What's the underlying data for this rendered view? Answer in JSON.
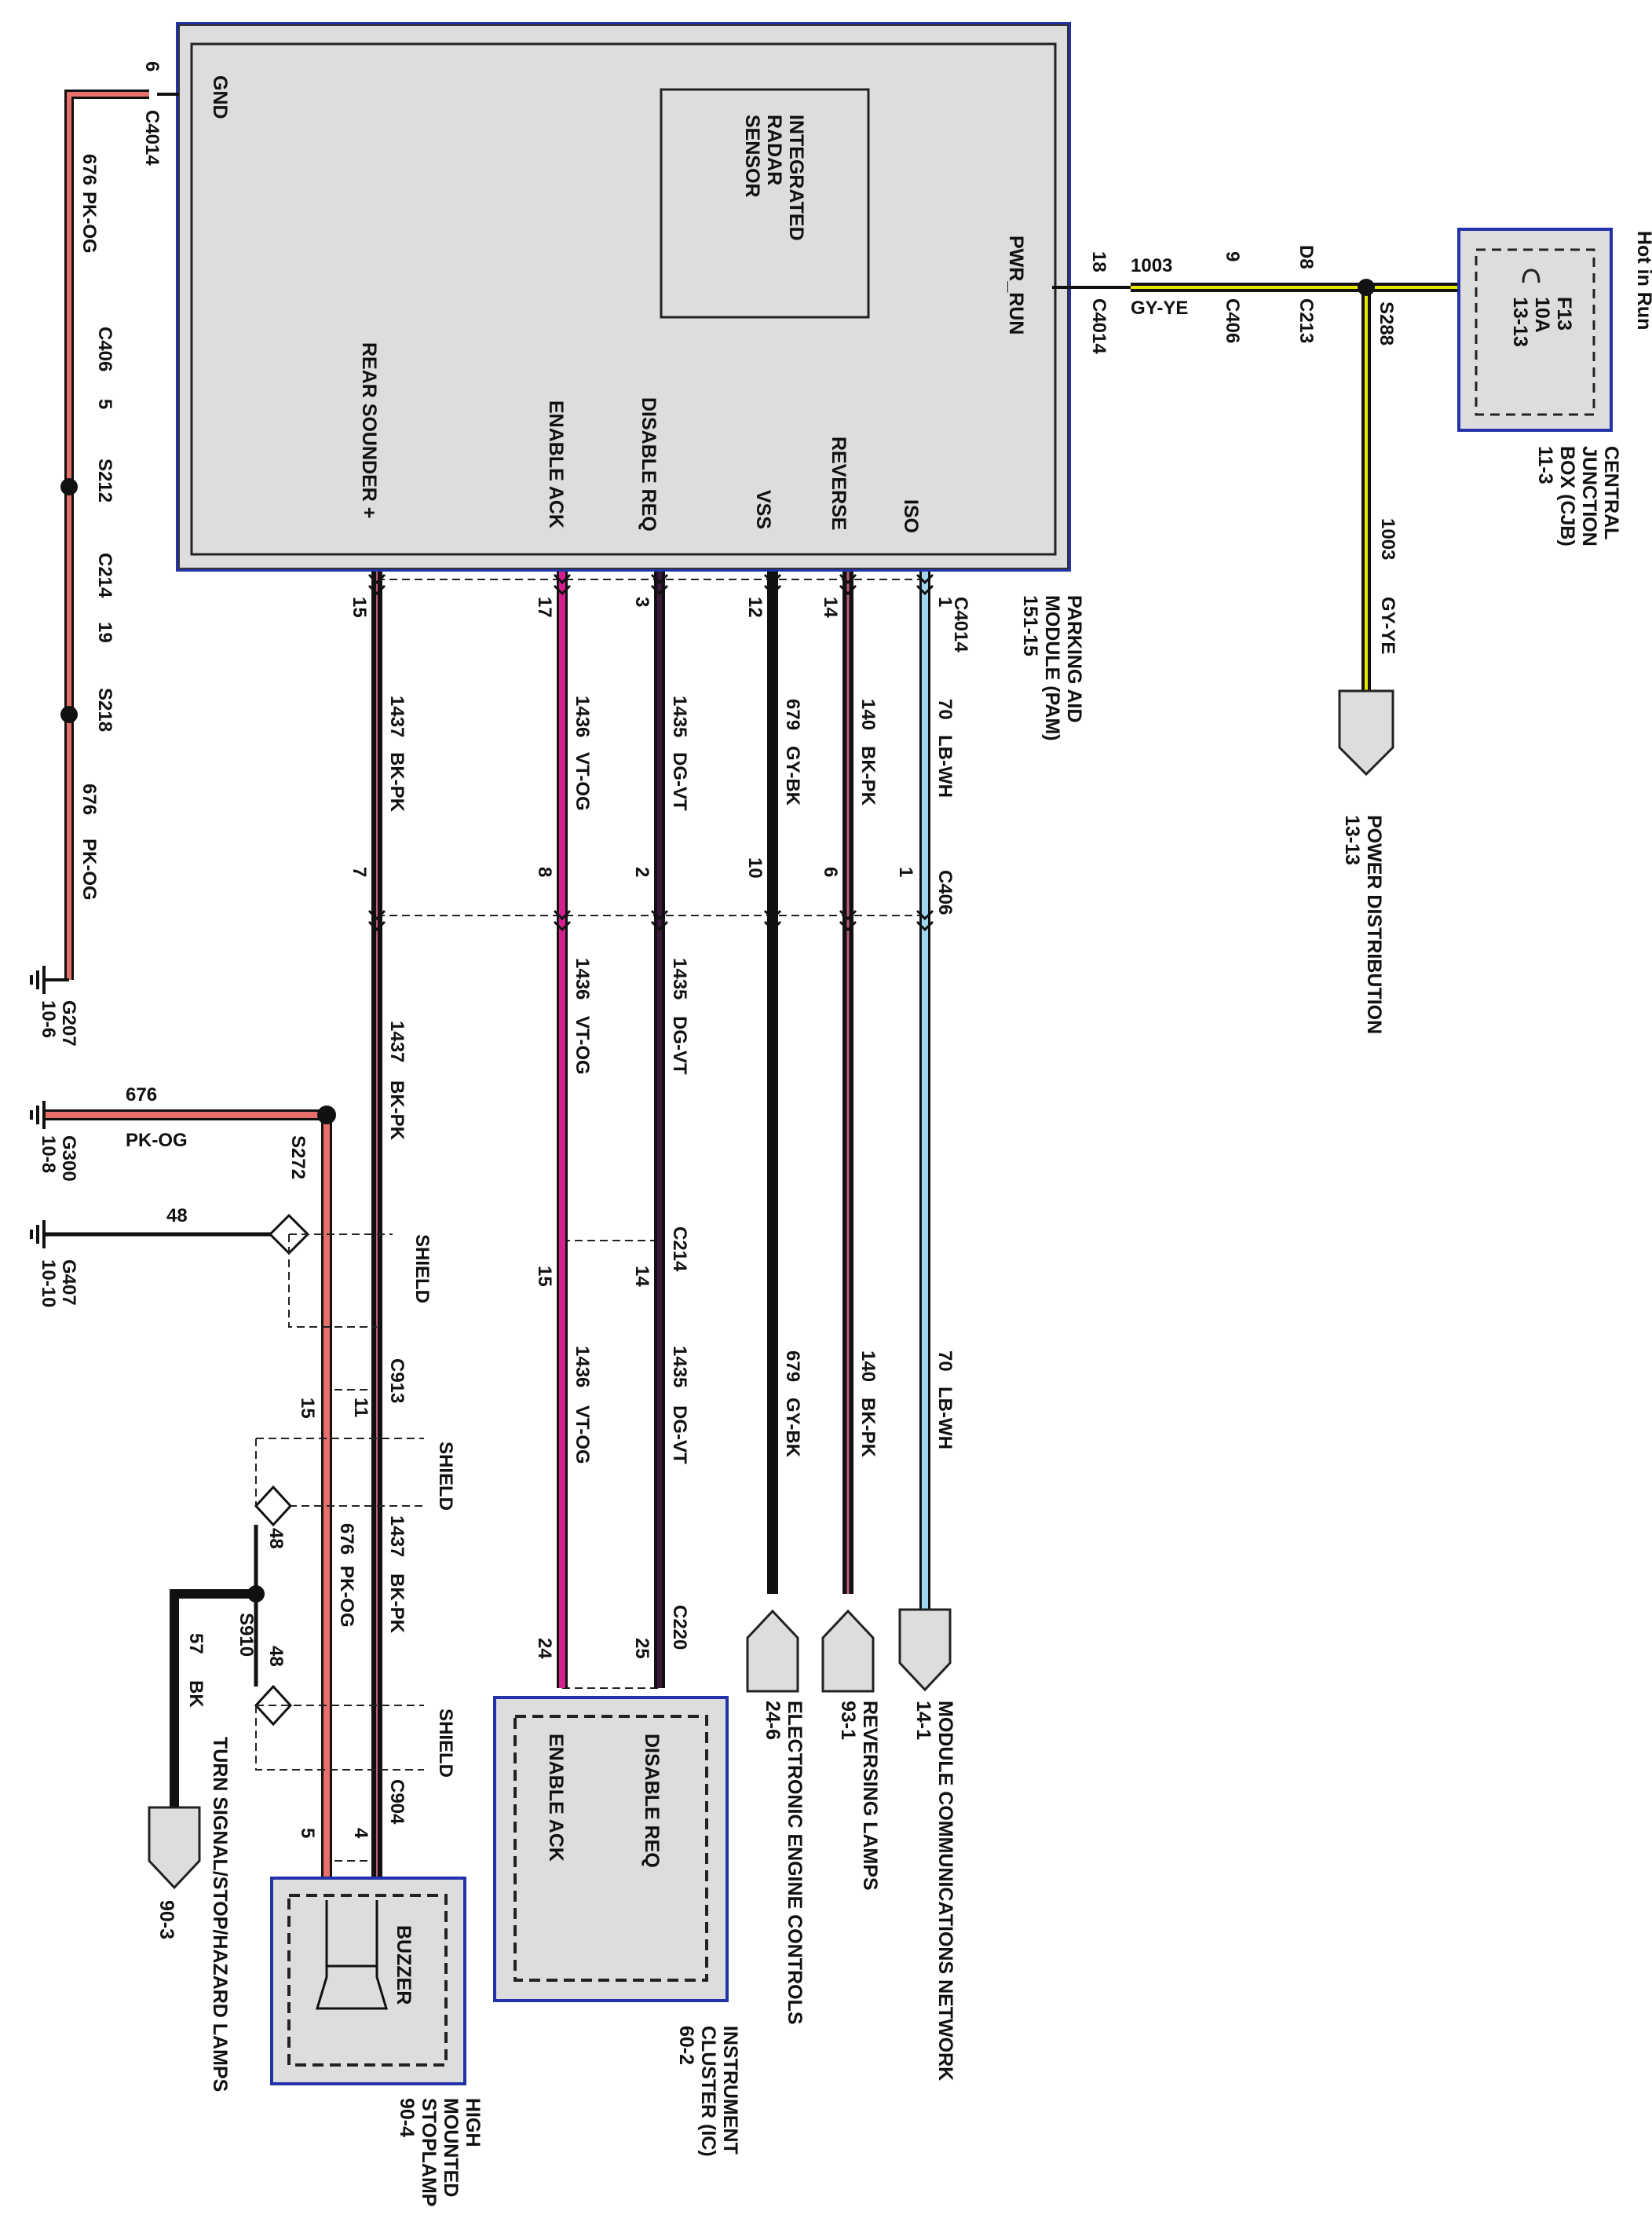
{
  "colors": {
    "pk_og": "#e8706a",
    "gy_ye": "#e6e600",
    "bk_pk": "#111111",
    "vt_og": "#d61f8e",
    "dg_vt": "#3a1a3a",
    "gy_bk": "#111111",
    "lb_wh": "#9fd6ee",
    "module_fill": "#dddddd",
    "module_border": "#2233aa"
  },
  "pam": {
    "title_lines": [
      "PARKING AID",
      "MODULE (PAM)",
      "151-15"
    ],
    "sensor_lines": [
      "INTEGRATED",
      "RADAR",
      "SENSOR"
    ],
    "pins": {
      "gnd": "GND",
      "pwr_run": "PWR_RUN",
      "rear_sounder": "REAR SOUNDER +",
      "enable_ack": "ENABLE ACK",
      "disable_req": "DISABLE REQ",
      "vss": "VSS",
      "reverse": "REVERSE",
      "iso": "ISO"
    }
  },
  "cjb": {
    "title_lines": [
      "CENTRAL",
      "JUNCTION",
      "BOX (CJB)",
      "11-3"
    ],
    "fuse_lines": [
      "F13",
      "10A",
      "13-13"
    ],
    "hot": "Hot in Run"
  },
  "power": {
    "wire_num": "1003",
    "color": "GY-YE",
    "c4014_pin": "18",
    "c4014": "C4014",
    "c406_pin": "9",
    "c406": "C406",
    "c213_pin": "D8",
    "c213": "C213",
    "splice": "S288",
    "down_wire": "1003",
    "down_color": "GY-YE",
    "dest_lines": [
      "POWER DISTRIBUTION",
      "13-13"
    ]
  },
  "ground_path": {
    "pin": "6",
    "c4014": "C4014",
    "wire": "676",
    "color": "PK-OG",
    "c406": "C406",
    "c406_pin": "5",
    "s212": "S212",
    "c214": "C214",
    "c214_pin": "19",
    "s218": "S218",
    "wire2": "676",
    "color2": "PK-OG",
    "g207": "G207",
    "g207_ref": "10-6"
  },
  "g300": {
    "label": "G300",
    "ref": "10-8",
    "wire": "676",
    "color": "PK-OG",
    "splice": "S272"
  },
  "g407": {
    "label": "G407",
    "ref": "10-10",
    "wire": "48",
    "shield": "SHIELD"
  },
  "circuits": [
    {
      "key": "iso",
      "pin_top": "1",
      "c4014": "C4014",
      "wire": "70",
      "color": "LB-WH",
      "pin_c406": "1",
      "c406": "C406",
      "wire2": "70",
      "color2": "LB-WH",
      "dest_lines": [
        "MODULE COMMUNICATIONS NETWORK",
        "14-1"
      ]
    },
    {
      "key": "rev",
      "pin_top": "14",
      "wire": "140",
      "color": "BK-PK",
      "pin_c406": "6",
      "wire2": "140",
      "color2": "BK-PK",
      "dest_lines": [
        "REVERSING LAMPS",
        "93-1"
      ]
    },
    {
      "key": "vss",
      "pin_top": "12",
      "wire": "679",
      "color": "GY-BK",
      "pin_c406": "10",
      "wire2": "679",
      "color2": "GY-BK",
      "dest_lines": [
        "ELECTRONIC ENGINE CONTROLS",
        "24-6"
      ]
    },
    {
      "key": "dis",
      "pin_top": "3",
      "wire": "1435",
      "color": "DG-VT",
      "pin_c406": "2",
      "wire2": "1435",
      "color2": "DG-VT",
      "c214": "C214",
      "pin_c214": "14",
      "wire3": "1435",
      "color3": "DG-VT",
      "c220": "C220",
      "pin_c220": "25"
    },
    {
      "key": "ena",
      "pin_top": "17",
      "wire": "1436",
      "color": "VT-OG",
      "pin_c406": "8",
      "wire2": "1436",
      "color2": "VT-OG",
      "pin_c214": "15",
      "wire3": "1436",
      "color3": "VT-OG",
      "pin_c220": "24"
    },
    {
      "key": "snd",
      "pin_top": "15",
      "wire": "1437",
      "color": "BK-PK",
      "pin_c406": "7",
      "wire2": "1437",
      "color2": "BK-PK",
      "c913": "C913",
      "pin_c913": "11",
      "wire3": "1437",
      "color3": "BK-PK",
      "c904": "C904",
      "pin_c904": "4"
    }
  ],
  "pk_og_lower": {
    "pin_c913": "15",
    "wire": "676",
    "color": "PK-OG",
    "pin_c904": "5"
  },
  "shields": {
    "s1": "SHIELD",
    "s2": "SHIELD",
    "w48a": "48",
    "w48b": "48",
    "s910": "S910",
    "w57": "57",
    "c57": "BK"
  },
  "turn": {
    "dest_lines": [
      "TURN SIGNAL/STOP/HAZARD LAMPS",
      "90-3"
    ]
  },
  "ic": {
    "title_lines": [
      "INSTRUMENT",
      "CLUSTER (IC)",
      "60-2"
    ],
    "disable": "DISABLE REQ",
    "enable": "ENABLE ACK"
  },
  "hmsl": {
    "title_lines": [
      "HIGH",
      "MOUNTED",
      "STOPLAMP",
      "90-4"
    ],
    "buzzer": "BUZZER"
  }
}
